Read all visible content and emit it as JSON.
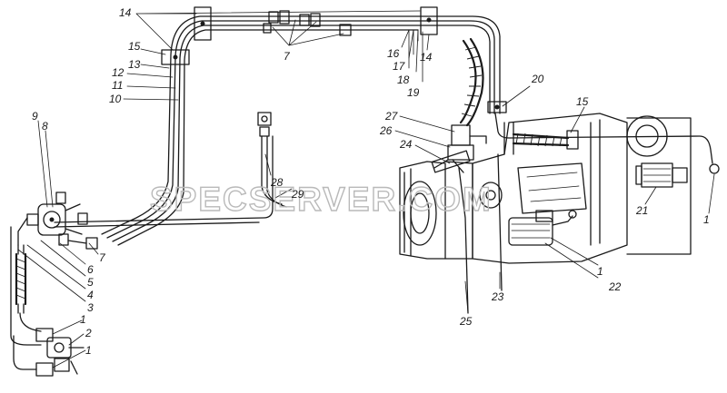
{
  "watermark": "SPECSERVER.COM",
  "callouts": [
    {
      "id": "c14a",
      "text": "14"
    },
    {
      "id": "c15a",
      "text": "15"
    },
    {
      "id": "c13",
      "text": "13"
    },
    {
      "id": "c12",
      "text": "12"
    },
    {
      "id": "c11",
      "text": "11"
    },
    {
      "id": "c10",
      "text": "10"
    },
    {
      "id": "c7a",
      "text": "7"
    },
    {
      "id": "c16",
      "text": "16"
    },
    {
      "id": "c17",
      "text": "17"
    },
    {
      "id": "c18",
      "text": "18"
    },
    {
      "id": "c19",
      "text": "19"
    },
    {
      "id": "c14b",
      "text": "14"
    },
    {
      "id": "c20",
      "text": "20"
    },
    {
      "id": "c15b",
      "text": "15"
    },
    {
      "id": "c27",
      "text": "27"
    },
    {
      "id": "c26",
      "text": "26"
    },
    {
      "id": "c24",
      "text": "24"
    },
    {
      "id": "c9",
      "text": "9"
    },
    {
      "id": "c8",
      "text": "8"
    },
    {
      "id": "c28",
      "text": "28"
    },
    {
      "id": "c29",
      "text": "29"
    },
    {
      "id": "c7b",
      "text": "7"
    },
    {
      "id": "c6",
      "text": "6"
    },
    {
      "id": "c5",
      "text": "5"
    },
    {
      "id": "c4",
      "text": "4"
    },
    {
      "id": "c3",
      "text": "3"
    },
    {
      "id": "c1a",
      "text": "1"
    },
    {
      "id": "c2",
      "text": "2"
    },
    {
      "id": "c1b",
      "text": "1"
    },
    {
      "id": "c21",
      "text": "21"
    },
    {
      "id": "c1c",
      "text": "1"
    },
    {
      "id": "c1d",
      "text": "1"
    },
    {
      "id": "c22",
      "text": "22"
    },
    {
      "id": "c23",
      "text": "23"
    },
    {
      "id": "c25",
      "text": "25"
    }
  ]
}
